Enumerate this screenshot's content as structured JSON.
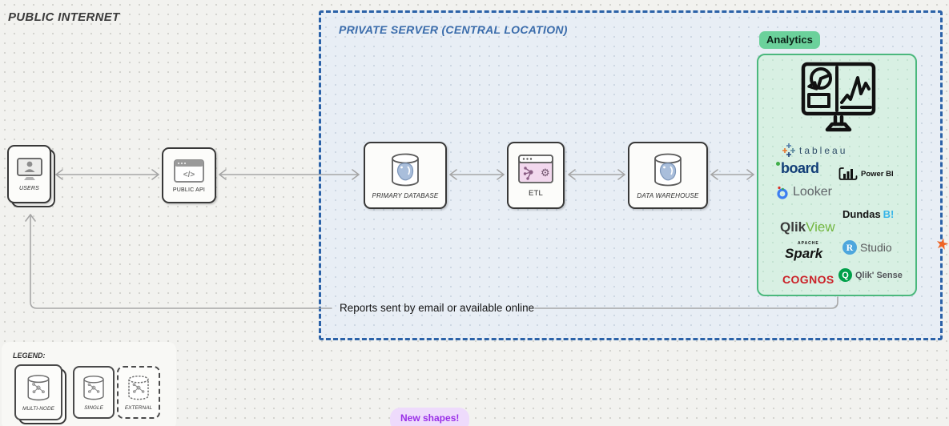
{
  "canvas": {
    "public_internet_label": "PUBLIC INTERNET",
    "reports_label": "Reports sent by email or available online",
    "new_shapes_badge": "New shapes!"
  },
  "private_server": {
    "label": "PRIVATE SERVER (CENTRAL LOCATION)"
  },
  "nodes": {
    "users": "USERS",
    "public_api": "PUBLIC API",
    "primary_database": "PRIMARY DATABASE",
    "etl": "ETL",
    "data_warehouse": "DATA WAREHOUSE"
  },
  "analytics": {
    "badge": "Analytics",
    "logos": {
      "tableau": "tableau",
      "board": "board",
      "powerbi": "Power BI",
      "looker": "Looker",
      "dundas_name": "Dundas",
      "dundas_bi": "B!",
      "qlik": "Qlik",
      "view": "View",
      "apache": "APACHE",
      "spark": "Spark",
      "r_letter": "R",
      "studio": "Studio",
      "cognos": "COGNOS",
      "q_letter": "Q",
      "qlik_sense": "Qlik' Sense"
    }
  },
  "legend": {
    "title": "LEGEND:",
    "items": [
      {
        "label": "MULTI-NODE"
      },
      {
        "label": "SINGLE"
      },
      {
        "label": "EXTERNAL"
      }
    ]
  },
  "glyphs": {
    "code_tag": "</>",
    "gear": "⚙",
    "star": "★"
  },
  "colors": {
    "private_server_border": "#2b62a8",
    "analytics_fill": "#d8f0e3",
    "analytics_border": "#4bb87d",
    "badge_green": "#6bd19b",
    "arrow_gray": "#a6a6a6",
    "new_shapes_bg": "#eedbfc",
    "new_shapes_text": "#9a2ee8",
    "cognos_red": "#cb2128",
    "qlik_green": "#72b640",
    "dundas_blue": "#38b5e8",
    "looker_blue": "#3d7ef0",
    "rstudio_blue": "#4da6dd",
    "qliksense_green": "#00a04a",
    "spark_orange": "#ef6424",
    "postgres_blue": "#a9bedb"
  }
}
